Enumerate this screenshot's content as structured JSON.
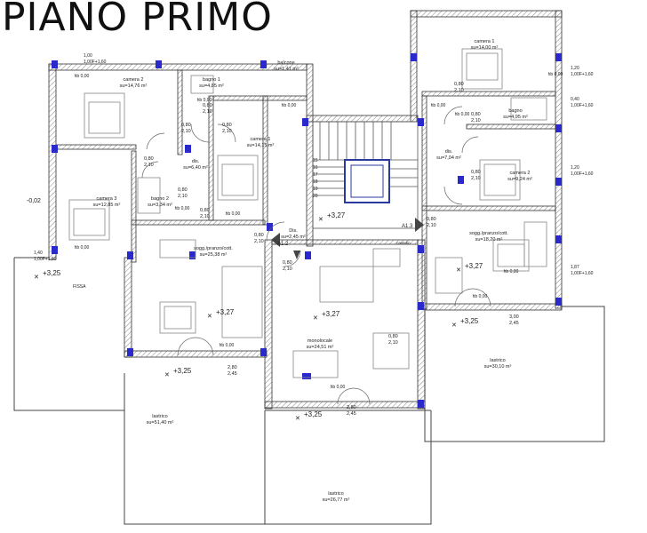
{
  "title": "PIANO PRIMO",
  "rooms": [
    {
      "id": "camera2-left",
      "name": "camera 2",
      "area": "su=14,76 m²"
    },
    {
      "id": "bagno1",
      "name": "bagno 1",
      "area": "su=4,85 m²"
    },
    {
      "id": "balcone",
      "name": "balcone",
      "area": "su=1,41 m²"
    },
    {
      "id": "camera1-left",
      "name": "camera 1",
      "area": "su=14,15 m²"
    },
    {
      "id": "dis-left",
      "name": "dis.",
      "area": "su=6,40 m²"
    },
    {
      "id": "camera3",
      "name": "camera 3",
      "area": "su=12,85 m²"
    },
    {
      "id": "bagno2-left",
      "name": "bagno 2",
      "area": "su=3,34 m²"
    },
    {
      "id": "dis-center",
      "name": "Dis.",
      "area": "su=2,45 m²"
    },
    {
      "id": "sogg-left",
      "name": "sogg./pranzo/cott.",
      "area": "su=25,38 m²"
    },
    {
      "id": "monolocale",
      "name": "monolocale",
      "area": "su=24,51 m²"
    },
    {
      "id": "camera1-right",
      "name": "camera 1",
      "area": "su=14,00 m²"
    },
    {
      "id": "bagno-right",
      "name": "bagno",
      "area": "su=4,95 m²"
    },
    {
      "id": "dis-right",
      "name": "dis.",
      "area": "su=7,04 m²"
    },
    {
      "id": "camera2-right",
      "name": "camera 2",
      "area": "su=9,24 m²"
    },
    {
      "id": "sogg-right",
      "name": "sogg./pranzo/cott.",
      "area": "su=18,20 m²"
    },
    {
      "id": "lastrico-left",
      "name": "lastrico",
      "area": "su=51,40 m²"
    },
    {
      "id": "lastrico-bottom",
      "name": "lastrico",
      "area": "su=26,77 m²"
    },
    {
      "id": "lastrico-right",
      "name": "lastrico",
      "area": "su=30,10 m²"
    }
  ],
  "elevations": [
    "+3,25",
    "+3,27",
    "+3,27",
    "+3,27",
    "+3,27",
    "+3,25",
    "+3,25",
    "+3,25"
  ],
  "level_mark": "-0,02",
  "hb_label": "hb 0,00",
  "stair_steps": [
    "15",
    "16",
    "17",
    "18",
    "19",
    "20"
  ],
  "markers": [
    "A1.2",
    "A1.3"
  ],
  "door_dims": [
    {
      "w": "0,80",
      "h": "2,10"
    },
    {
      "w": "0,80",
      "h": "2,10"
    },
    {
      "w": "0,80",
      "h": "2,10"
    },
    {
      "w": "0,80",
      "h": "2,10"
    },
    {
      "w": "0,80",
      "h": "2,10"
    },
    {
      "w": "0,80",
      "h": "2,10"
    },
    {
      "w": "0,80",
      "h": "2,10"
    },
    {
      "w": "0,80",
      "h": "2,10"
    },
    {
      "w": "0,80",
      "h": "2,10"
    },
    {
      "w": "0,80",
      "h": "2,10"
    },
    {
      "w": "0,80",
      "h": "2,10"
    },
    {
      "w": "0,80",
      "h": "2,10"
    },
    {
      "w": "0,80",
      "h": "2,10"
    },
    {
      "w": "2,80",
      "h": "2,45"
    },
    {
      "w": "2,80",
      "h": "2,45"
    },
    {
      "w": "3,00",
      "h": "2,45"
    }
  ],
  "window_dims": [
    {
      "a": "1,00",
      "b": "1,00F+1,60"
    },
    {
      "a": "1,20",
      "b": "1,00F+1,60"
    },
    {
      "a": "0,40",
      "b": "1,00F+1,60"
    },
    {
      "a": "1,20",
      "b": "1,00F+1,60"
    },
    {
      "a": "1,87",
      "b": "1,00F+1,60"
    },
    {
      "a": "1,40",
      "b": "1,00F+1,60"
    }
  ],
  "misc_labels": [
    "cavedio",
    "FISSA"
  ]
}
